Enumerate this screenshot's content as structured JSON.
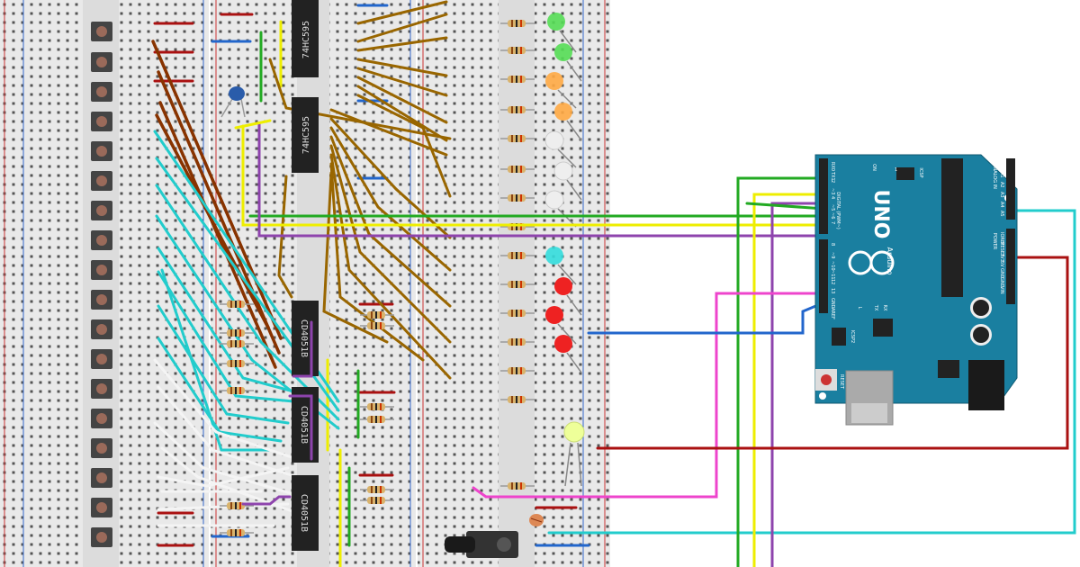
{
  "chips": {
    "shift_register_1": "74HC595",
    "shift_register_2": "74HC595",
    "mux_1": "CD4051B",
    "mux_2": "CD4051B",
    "mux_3": "CD4051B"
  },
  "arduino": {
    "model": "UNO",
    "brand": "Arduino",
    "icsp": "ICSP",
    "icsp2": "ICSP2",
    "on_label": "ON",
    "tx_label": "TX",
    "rx_label": "RX",
    "l_label": "L",
    "reset_label": "RESET",
    "digital_label": "DIGITAL (PWM~)",
    "analog_label": "ANALOG IN",
    "power_label": "POWER",
    "power_pins": [
      "IOREF",
      "RESET",
      "3V3",
      "5V",
      "GND",
      "GND",
      "VIN"
    ],
    "analog_pins": [
      "A0",
      "A1",
      "A2",
      "A3",
      "A4",
      "A5"
    ],
    "digital_top": [
      "RX0",
      "TX1",
      "2",
      "~3",
      "4",
      "~5",
      "~6",
      "7"
    ],
    "digital_bottom": [
      "8",
      "~9",
      "~10",
      "~11",
      "12",
      "13",
      "GND",
      "AREF"
    ],
    "icsp_pin": "1"
  },
  "colors": {
    "breadboard": "#eeeeee",
    "arduino_board": "#1a7fa0",
    "wire_green": "#22aa22",
    "wire_yellow": "#eeee00",
    "wire_purple": "#8e44ad",
    "wire_cyan": "#22cccc",
    "wire_red": "#aa1111",
    "wire_blue": "#2266cc",
    "wire_magenta": "#ee44cc",
    "wire_brown": "#996600",
    "wire_white": "#f0f0f0"
  }
}
